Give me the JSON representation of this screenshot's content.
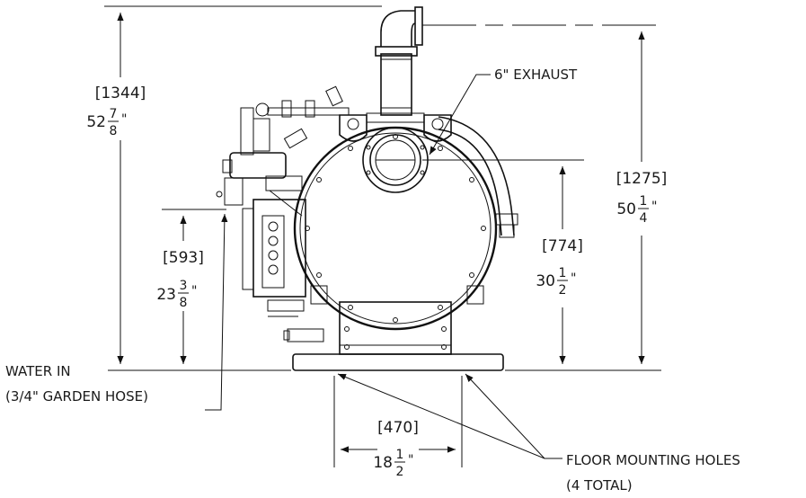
{
  "callouts": {
    "exhaust": "6\" EXHAUST",
    "water_in_line1": "WATER IN",
    "water_in_line2": "(3/4\" GARDEN HOSE)",
    "floor_line1": "FLOOR MOUNTING HOLES",
    "floor_line2": "(4 TOTAL)"
  },
  "dimensions": {
    "overall_height": {
      "mm": "[1344]",
      "whole": "52",
      "num": "7",
      "den": "8",
      "unit": "\""
    },
    "exhaust_height": {
      "mm": "[1275]",
      "whole": "50",
      "num": "1",
      "den": "4",
      "unit": "\""
    },
    "center_height": {
      "mm": "[774]",
      "whole": "30",
      "num": "1",
      "den": "2",
      "unit": "\""
    },
    "water_height": {
      "mm": "[593]",
      "whole": "23",
      "num": "3",
      "den": "8",
      "unit": "\""
    },
    "hole_spacing": {
      "mm": "[470]",
      "whole": "18",
      "num": "1",
      "den": "2",
      "unit": "\""
    }
  }
}
